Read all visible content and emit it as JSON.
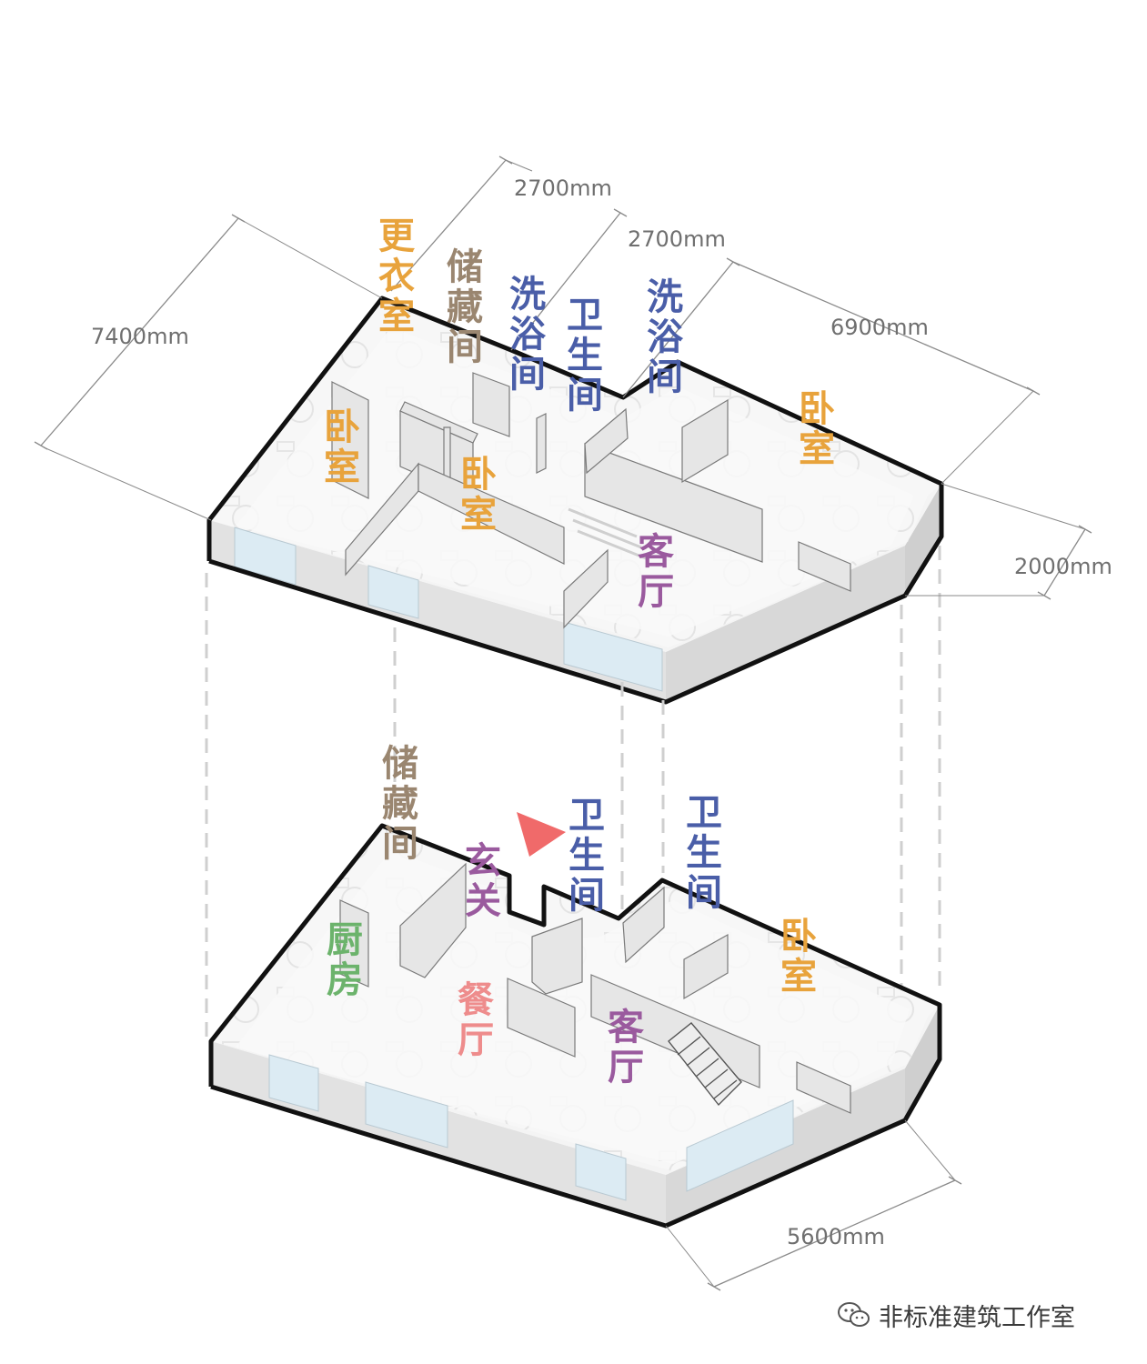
{
  "dimensions": {
    "top_2700_a": "2700mm",
    "top_2700_b": "2700mm",
    "top_7400": "7400mm",
    "top_6900": "6900mm",
    "top_2000": "2000mm",
    "bottom_5600": "5600mm"
  },
  "upper_floor": {
    "rooms": {
      "dressing": "更衣室",
      "storage": "储藏间",
      "bath_1": "洗浴间",
      "toilet": "卫生间",
      "bath_2": "洗浴间",
      "bedroom_left": "卧室",
      "bedroom_mid": "卧室",
      "bedroom_right": "卧室",
      "living": "客厅"
    }
  },
  "lower_floor": {
    "rooms": {
      "storage": "储藏间",
      "entrance": "玄关",
      "toilet_1": "卫生间",
      "toilet_2": "卫生间",
      "kitchen": "厨房",
      "dining": "餐厅",
      "living": "客厅",
      "bedroom": "卧室"
    }
  },
  "colors": {
    "bedroom": "#E8A33C",
    "storage": "#9A8670",
    "wet_room": "#4A5EA8",
    "living": "#9A5A9E",
    "kitchen": "#6CB36C",
    "dining": "#EE8C8C",
    "entrance_marker": "#F06A6A",
    "wall_top": "#F4F4F4",
    "wall_face": "#DEDEDE",
    "glass": "#DCEBF3"
  },
  "watermark": {
    "icon": "wechat-icon",
    "text": "非标准建筑工作室"
  }
}
